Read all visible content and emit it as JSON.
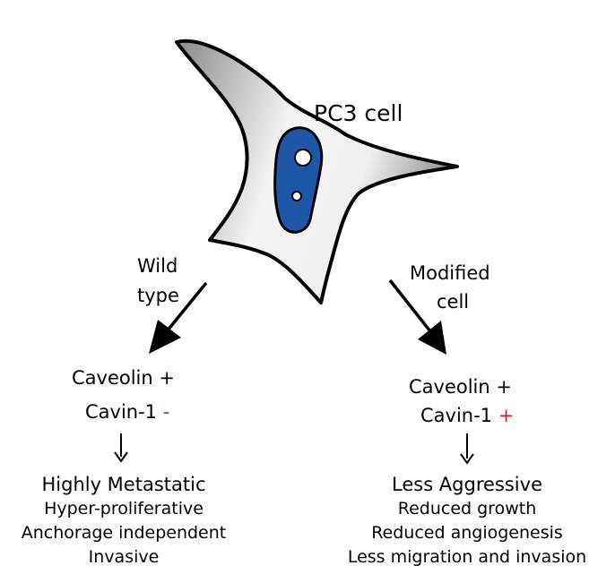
{
  "cell_label": "PC3 cell",
  "left_branch": {
    "label_line1": "Wild",
    "label_line2": "type",
    "caveolin": "Caveolin",
    "caveolin_sign": "+",
    "cavin": "Cavin-1",
    "cavin_sign": "-",
    "outcome_title": "Highly Metastatic",
    "outcomes": [
      "Hyper-proliferative",
      "Anchorage independent",
      "Invasive"
    ]
  },
  "right_branch": {
    "label_line1": "Modified",
    "label_line2": "cell",
    "caveolin": "Caveolin",
    "caveolin_sign": "+",
    "cavin": "Cavin-1",
    "cavin_sign": "+",
    "outcome_title": "Less Aggressive",
    "outcomes": [
      "Reduced growth",
      "Reduced angiogenesis",
      "Less migration and invasion"
    ]
  },
  "colors": {
    "nucleus": "#1f57a8",
    "sign_red": "#d0202a",
    "cell_light": "#ffffff",
    "cell_dark": "#7a7a7a"
  }
}
